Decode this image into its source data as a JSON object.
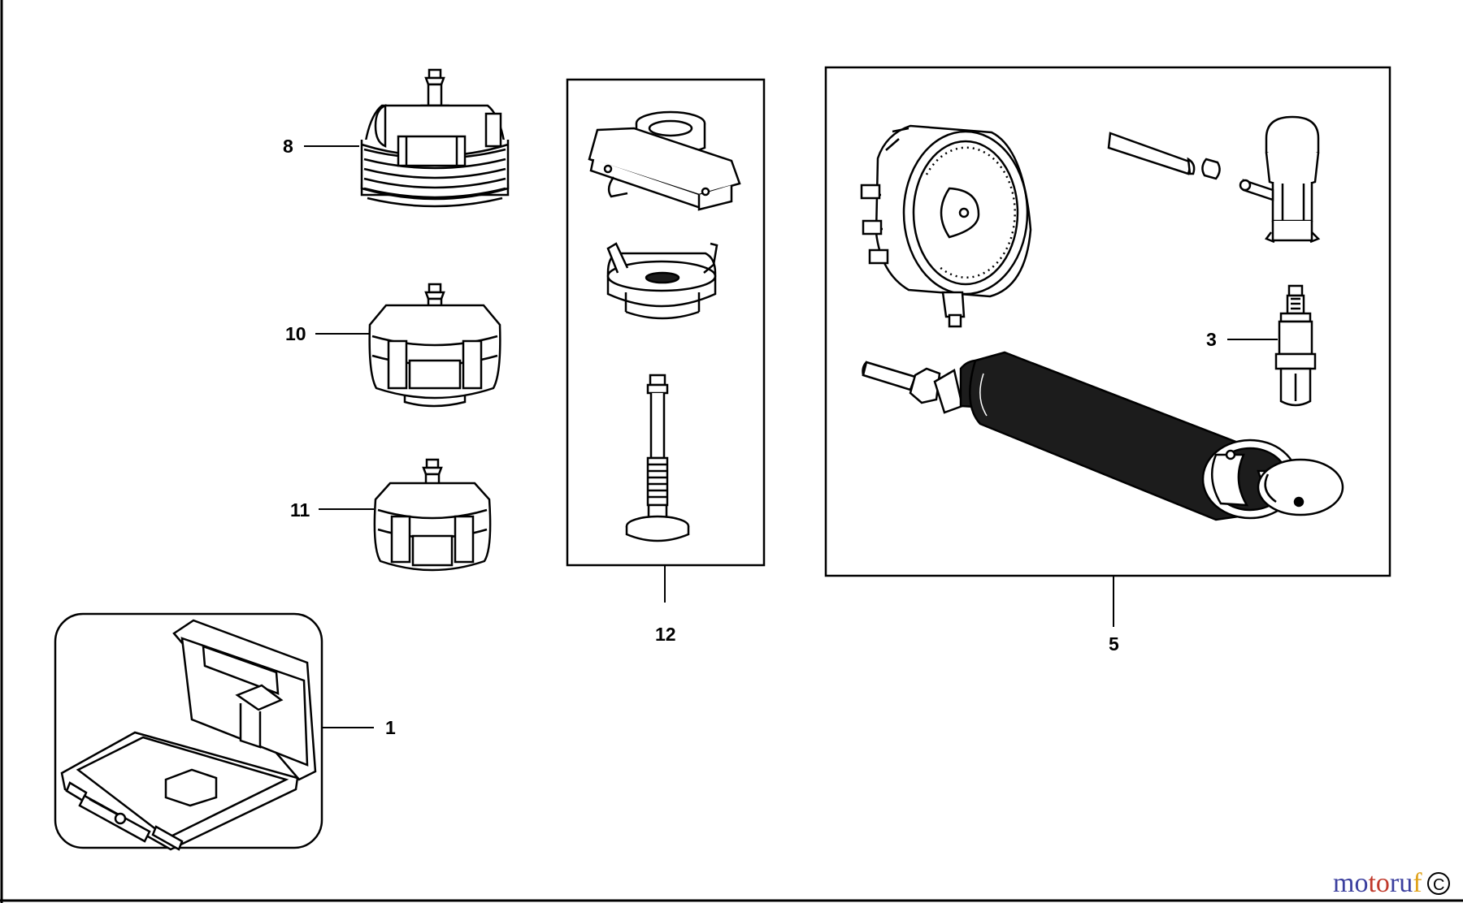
{
  "callouts": {
    "c1": "1",
    "c3": "3",
    "c5": "5",
    "c8": "8",
    "c10": "10",
    "c11": "11",
    "c12": "12"
  },
  "watermark": {
    "letters": [
      "m",
      "o",
      "t",
      "o",
      "r",
      "u",
      "f"
    ],
    "letter_colors": [
      "#3b3f9e",
      "#3b3f9e",
      "#c0392b",
      "#c0392b",
      "#3b3f9e",
      "#3b3f9e",
      "#e0a21a"
    ],
    "badge": "C"
  },
  "colors": {
    "line": "#000000",
    "dark_fill": "#1c1c1c",
    "background": "#ffffff"
  }
}
